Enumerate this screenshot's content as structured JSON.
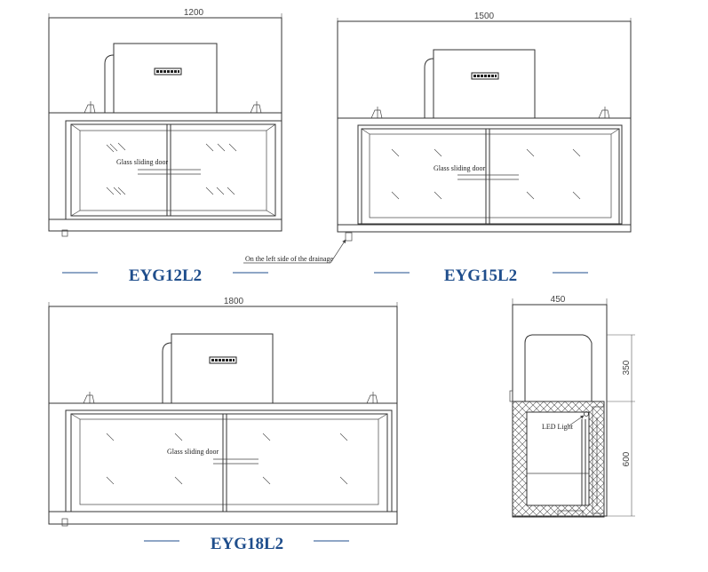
{
  "units": [
    {
      "model": "EYG12L2",
      "width_dim": "1200",
      "door_label": "Glass sliding door"
    },
    {
      "model": "EYG15L2",
      "width_dim": "1500",
      "door_label": "Glass sliding door",
      "drain_note": "On the left side of the drainage"
    },
    {
      "model": "EYG18L2",
      "width_dim": "1800",
      "door_label": "Glass sliding door"
    }
  ],
  "side_view": {
    "depth_dim": "450",
    "top_height_dim": "350",
    "bottom_height_dim": "600",
    "light_label": "LED Light"
  },
  "colors": {
    "model_text": "#1f4e8c",
    "line": "#333333"
  }
}
